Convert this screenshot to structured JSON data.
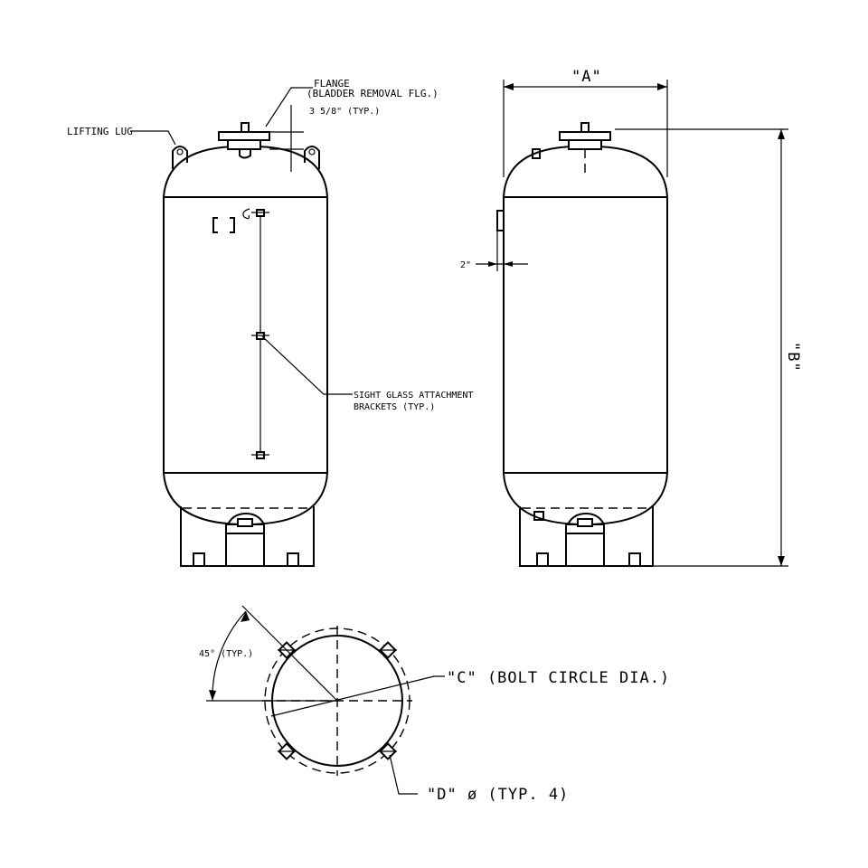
{
  "labels": {
    "flange": "FLANGE",
    "flange_sub": "(BLADDER REMOVAL FLG.)",
    "lifting_lug": "LIFTING LUG",
    "three_five_eighths": "3 5/8\" (TYP.)",
    "dim_a": "\"A\"",
    "dim_b": "\"B\"",
    "two_inch": "2\"",
    "sight_glass_1": "SIGHT GLASS ATTACHMENT",
    "sight_glass_2": "BRACKETS (TYP.)",
    "angle": "45° (TYP.)",
    "bolt_circle": "\"C\" (BOLT CIRCLE DIA.)",
    "hole_dia": "\"D\" ø (TYP. 4)"
  },
  "colors": {
    "line": "#000000",
    "background": "#ffffff"
  }
}
